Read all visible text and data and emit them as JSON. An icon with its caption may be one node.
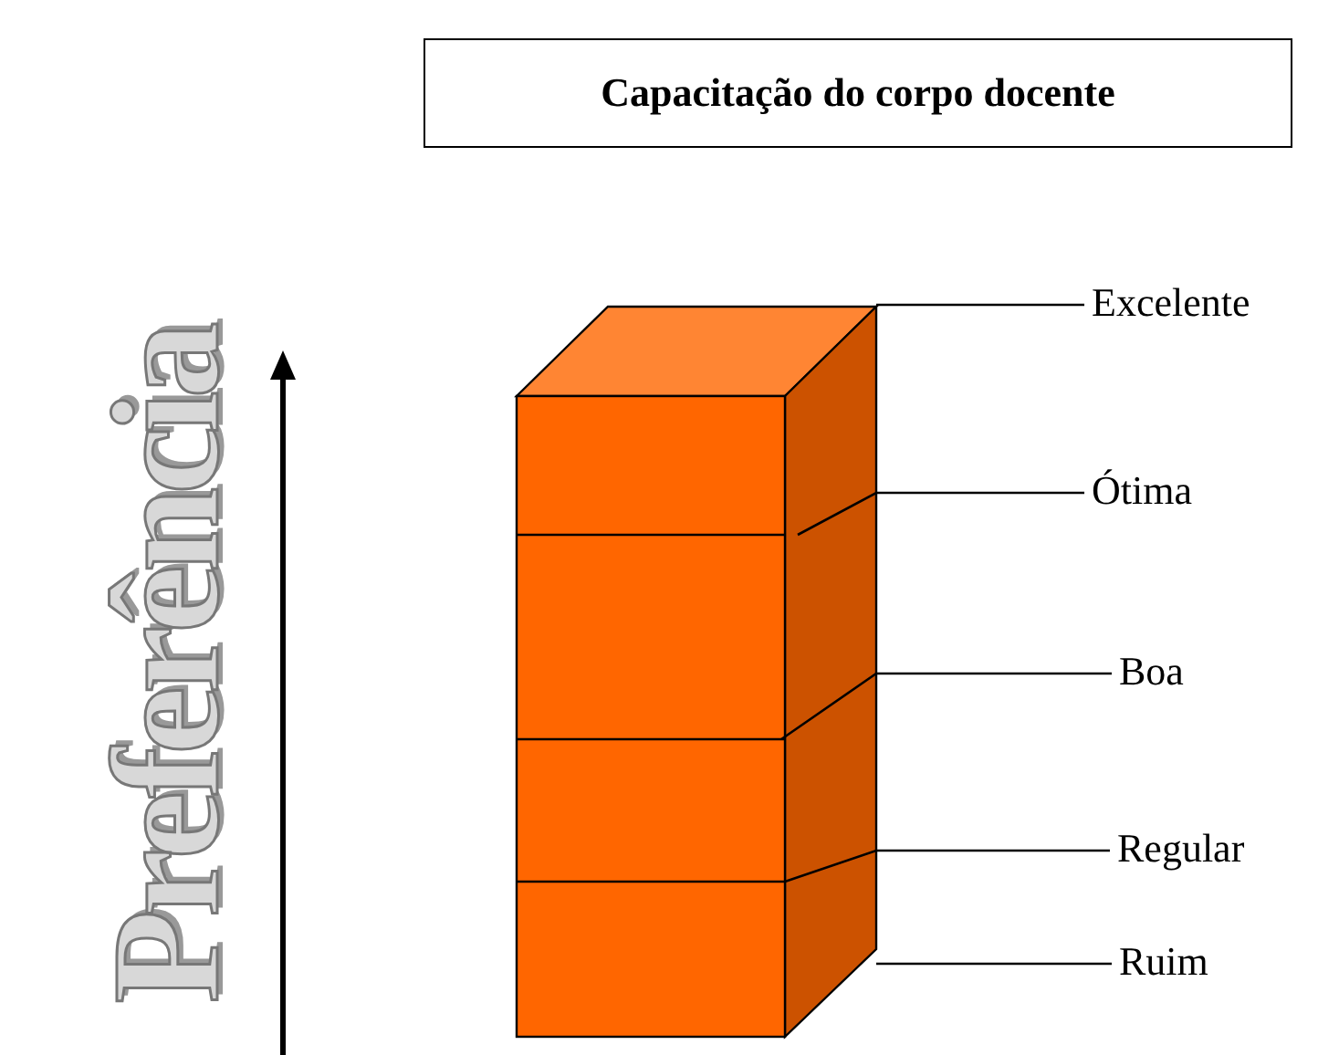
{
  "diagram": {
    "nodes": [
      {
        "text": [
          "Capacitação do corpo docente"
        ]
      },
      {
        "text": [
          "Excelente"
        ]
      },
      {
        "text": [
          "Ótima"
        ]
      },
      {
        "text": [
          "Boa"
        ]
      },
      {
        "text": [
          "Regular"
        ]
      },
      {
        "text": [
          "Ruim"
        ]
      }
    ],
    "edges": [
      {
        "from": 1,
        "to": null,
        "arrow": "none"
      },
      {
        "from": 2,
        "to": null,
        "arrow": "none"
      },
      {
        "from": 3,
        "to": null,
        "arrow": "none"
      },
      {
        "from": 4,
        "to": null,
        "arrow": "none"
      },
      {
        "from": 5,
        "to": null,
        "arrow": "none"
      }
    ],
    "labels": [
      "Preferência"
    ]
  }
}
